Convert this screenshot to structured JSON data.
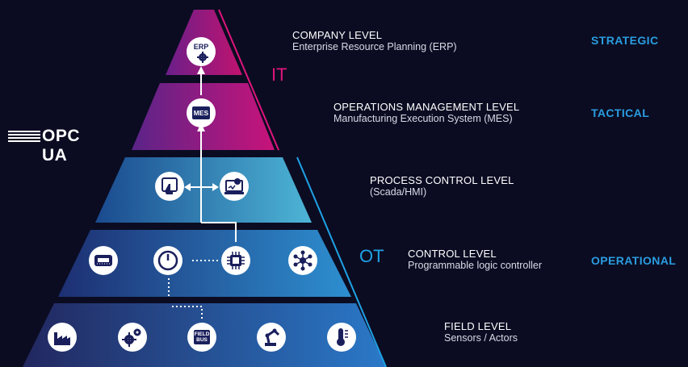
{
  "levels": [
    {
      "title": "COMPANY LEVEL",
      "subtitle": "Enterprise Resource Planning (ERP)"
    },
    {
      "title": "OPERATIONS MANAGEMENT LEVEL",
      "subtitle": "Manufacturing Execution System (MES)"
    },
    {
      "title": "PROCESS CONTROL LEVEL",
      "subtitle": "(Scada/HMI)"
    },
    {
      "title": "CONTROL LEVEL",
      "subtitle": "Programmable logic controller"
    },
    {
      "title": "FIELD LEVEL",
      "subtitle": "Sensors / Actors"
    }
  ],
  "categories": {
    "strategic": "STRATEGIC",
    "tactical": "TACTICAL",
    "operational": "OPERATIONAL"
  },
  "zones": {
    "it": "IT",
    "ot": "OT"
  },
  "logo": {
    "text": "OPC UA"
  },
  "badges": {
    "erp": "ERP",
    "mes": "MES",
    "field_bus_1": "FIELD",
    "field_bus_2": "BUS"
  },
  "icons": {
    "company": [
      "erp-gear-icon"
    ],
    "operations": [
      "mes-icon"
    ],
    "process": [
      "touchscreen-icon",
      "monitor-gear-icon"
    ],
    "control": [
      "controller-module-icon",
      "gauge-icon",
      "chip-icon",
      "network-icon"
    ],
    "field": [
      "factory-icon",
      "gears-icon",
      "field-bus-icon",
      "robot-arm-icon",
      "thermometer-icon"
    ]
  },
  "colors": {
    "background": "#0b0c22",
    "it_accent": "#e0157c",
    "ot_accent": "#1fa2e6",
    "category": "#2a9de0"
  }
}
